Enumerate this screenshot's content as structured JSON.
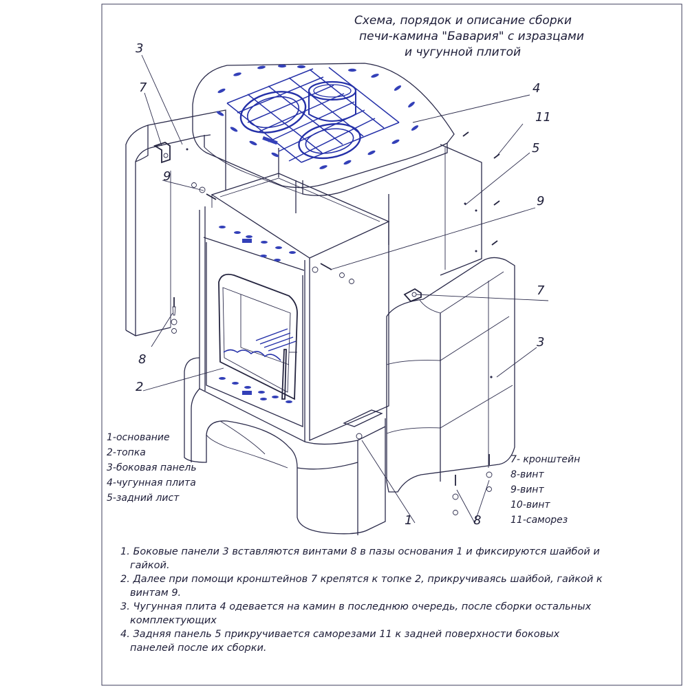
{
  "title": {
    "line1": "Схема, порядок и описание сборки",
    "line2": "печи-камина \"Бавария\" с изразцами",
    "line3": "и чугунной плитой"
  },
  "callouts": [
    "3",
    "7",
    "9",
    "8",
    "2",
    "4",
    "11",
    "5",
    "9",
    "7",
    "3",
    "1",
    "8"
  ],
  "legend_left": [
    "1-основание",
    "2-топка",
    "3-боковая панель",
    "4-чугунная плита",
    "5-задний лист"
  ],
  "legend_right": [
    "7- кронштейн",
    "8-винт",
    "9-винт",
    "10-винт",
    "11-саморез"
  ],
  "notes": [
    "1. Боковые панели 3 вставляются винтами 8  в пазы основания 1 и фиксируются шайбой и",
    "гайкой.",
    "2. Далее при помощи кронштейнов 7 крепятся к топке 2, прикручиваясь шайбой, гайкой к",
    "винтам 9.",
    "3. Чугунная плита  4 одевается на камин в последнюю очередь, после сборки остальных",
    "комплектующих",
    "4. Задняя панель 5 прикручивается саморезами 11 к задней поверхности боковых",
    "панелей после их сборки."
  ],
  "colors": {
    "line": "#2a2a4a",
    "accent": "#2430a8",
    "text": "#1d1d38"
  }
}
